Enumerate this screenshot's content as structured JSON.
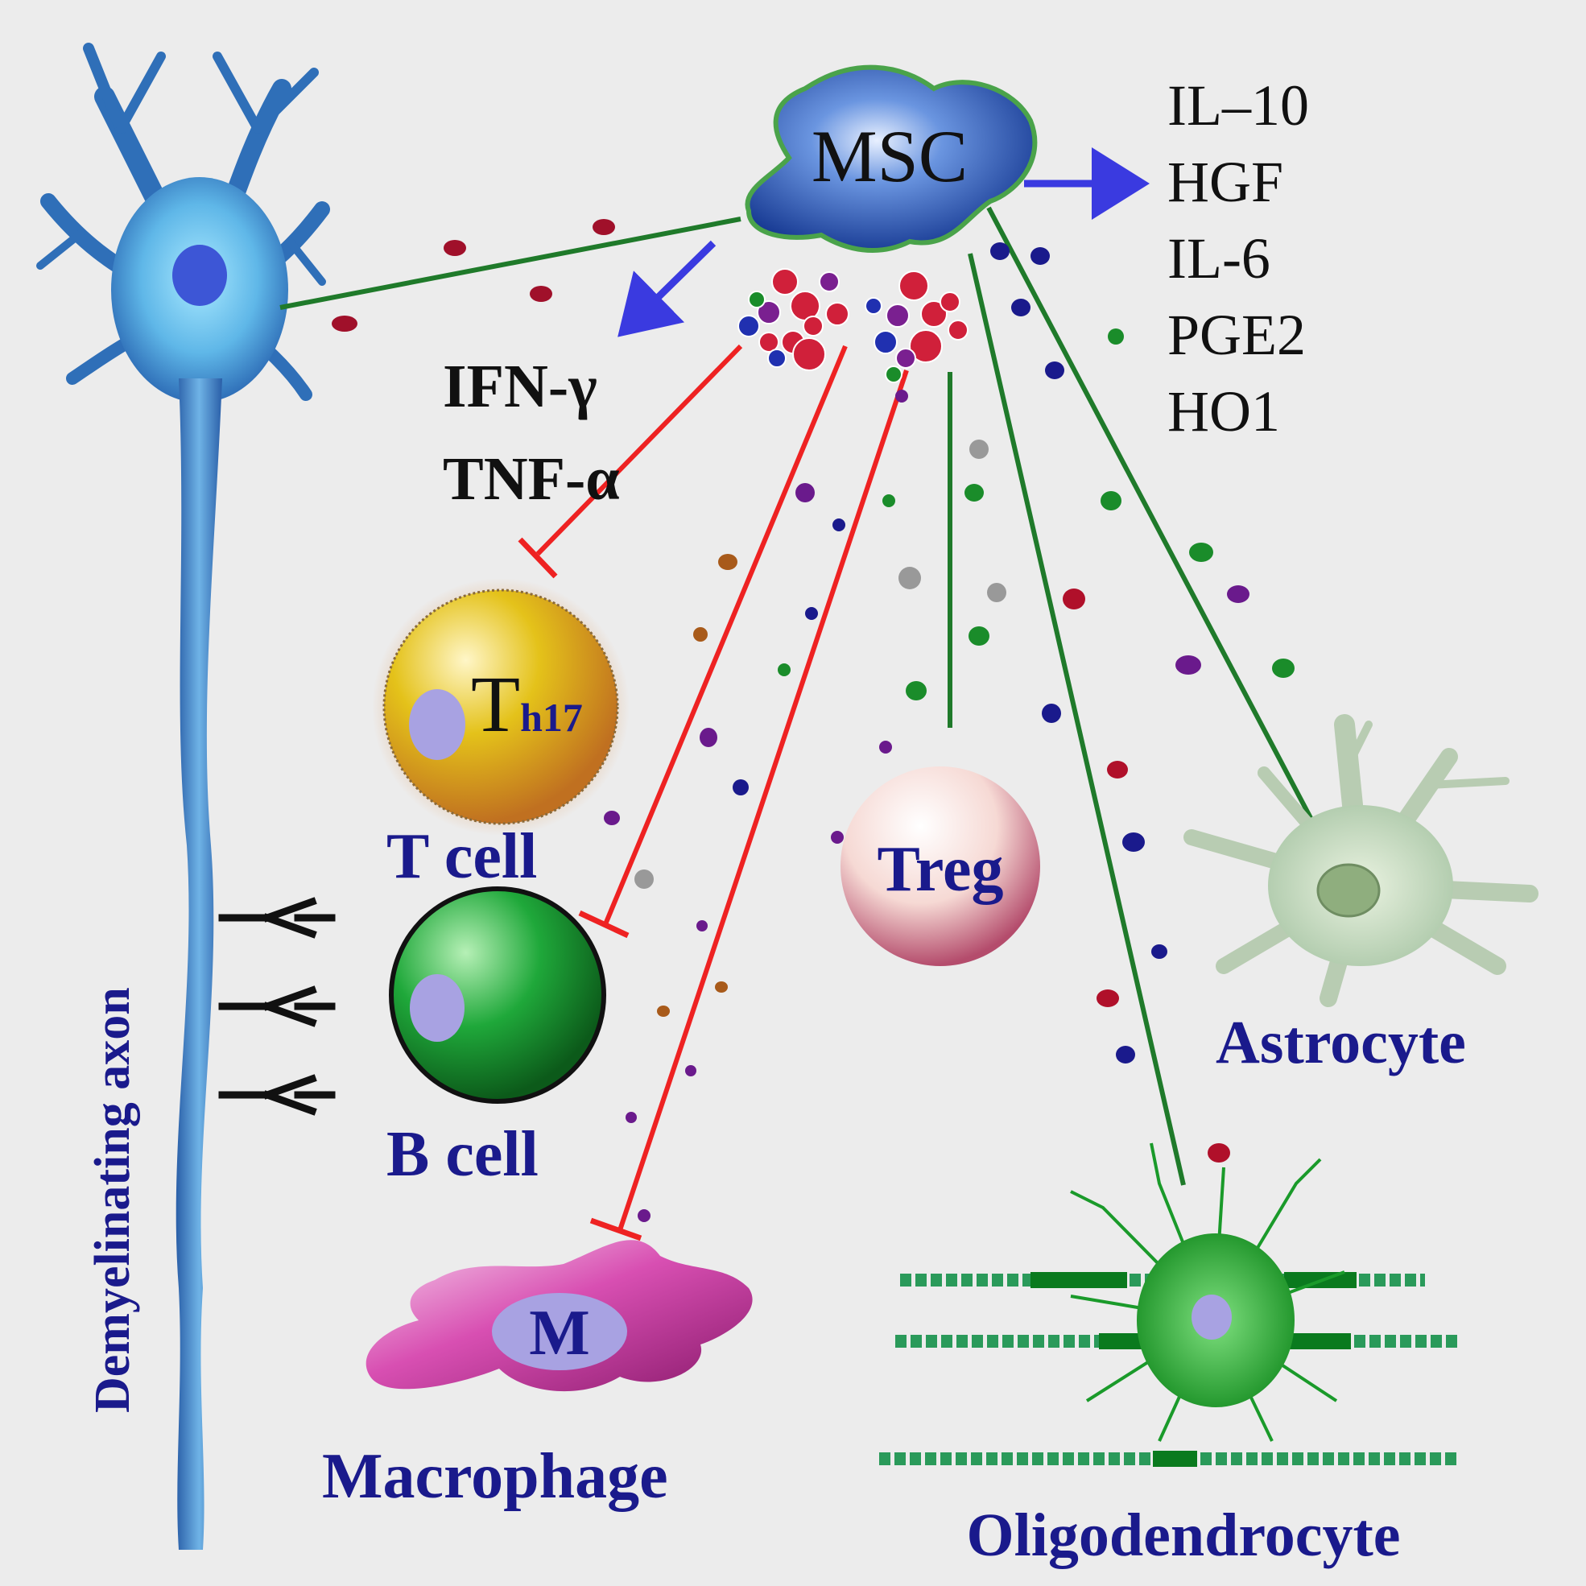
{
  "msc": {
    "label": "MSC"
  },
  "anti_inflammatory": [
    "IL–10",
    "HGF",
    "IL-6",
    "PGE2",
    "HO1"
  ],
  "pro_inflammatory": [
    "IFN-γ",
    "TNF-α"
  ],
  "th17": {
    "main": "T",
    "sub": "h17"
  },
  "macrophage_symbol": "M",
  "labels": {
    "axon": "Demyelinating axon",
    "t_cell": "T cell",
    "b_cell": "B cell",
    "macrophage": "Macrophage",
    "treg": "Treg",
    "astrocyte": "Astrocyte",
    "oligodendrocyte": "Oligodendrocyte"
  },
  "colors": {
    "background": "#ececec",
    "label_blue": "#1a1a8c",
    "inhibit_red": "#ee2222",
    "promote_green": "#1f7a2a",
    "secretion_arrow": "#3a3ae0",
    "neuron_blue": "#3f7fc6"
  }
}
